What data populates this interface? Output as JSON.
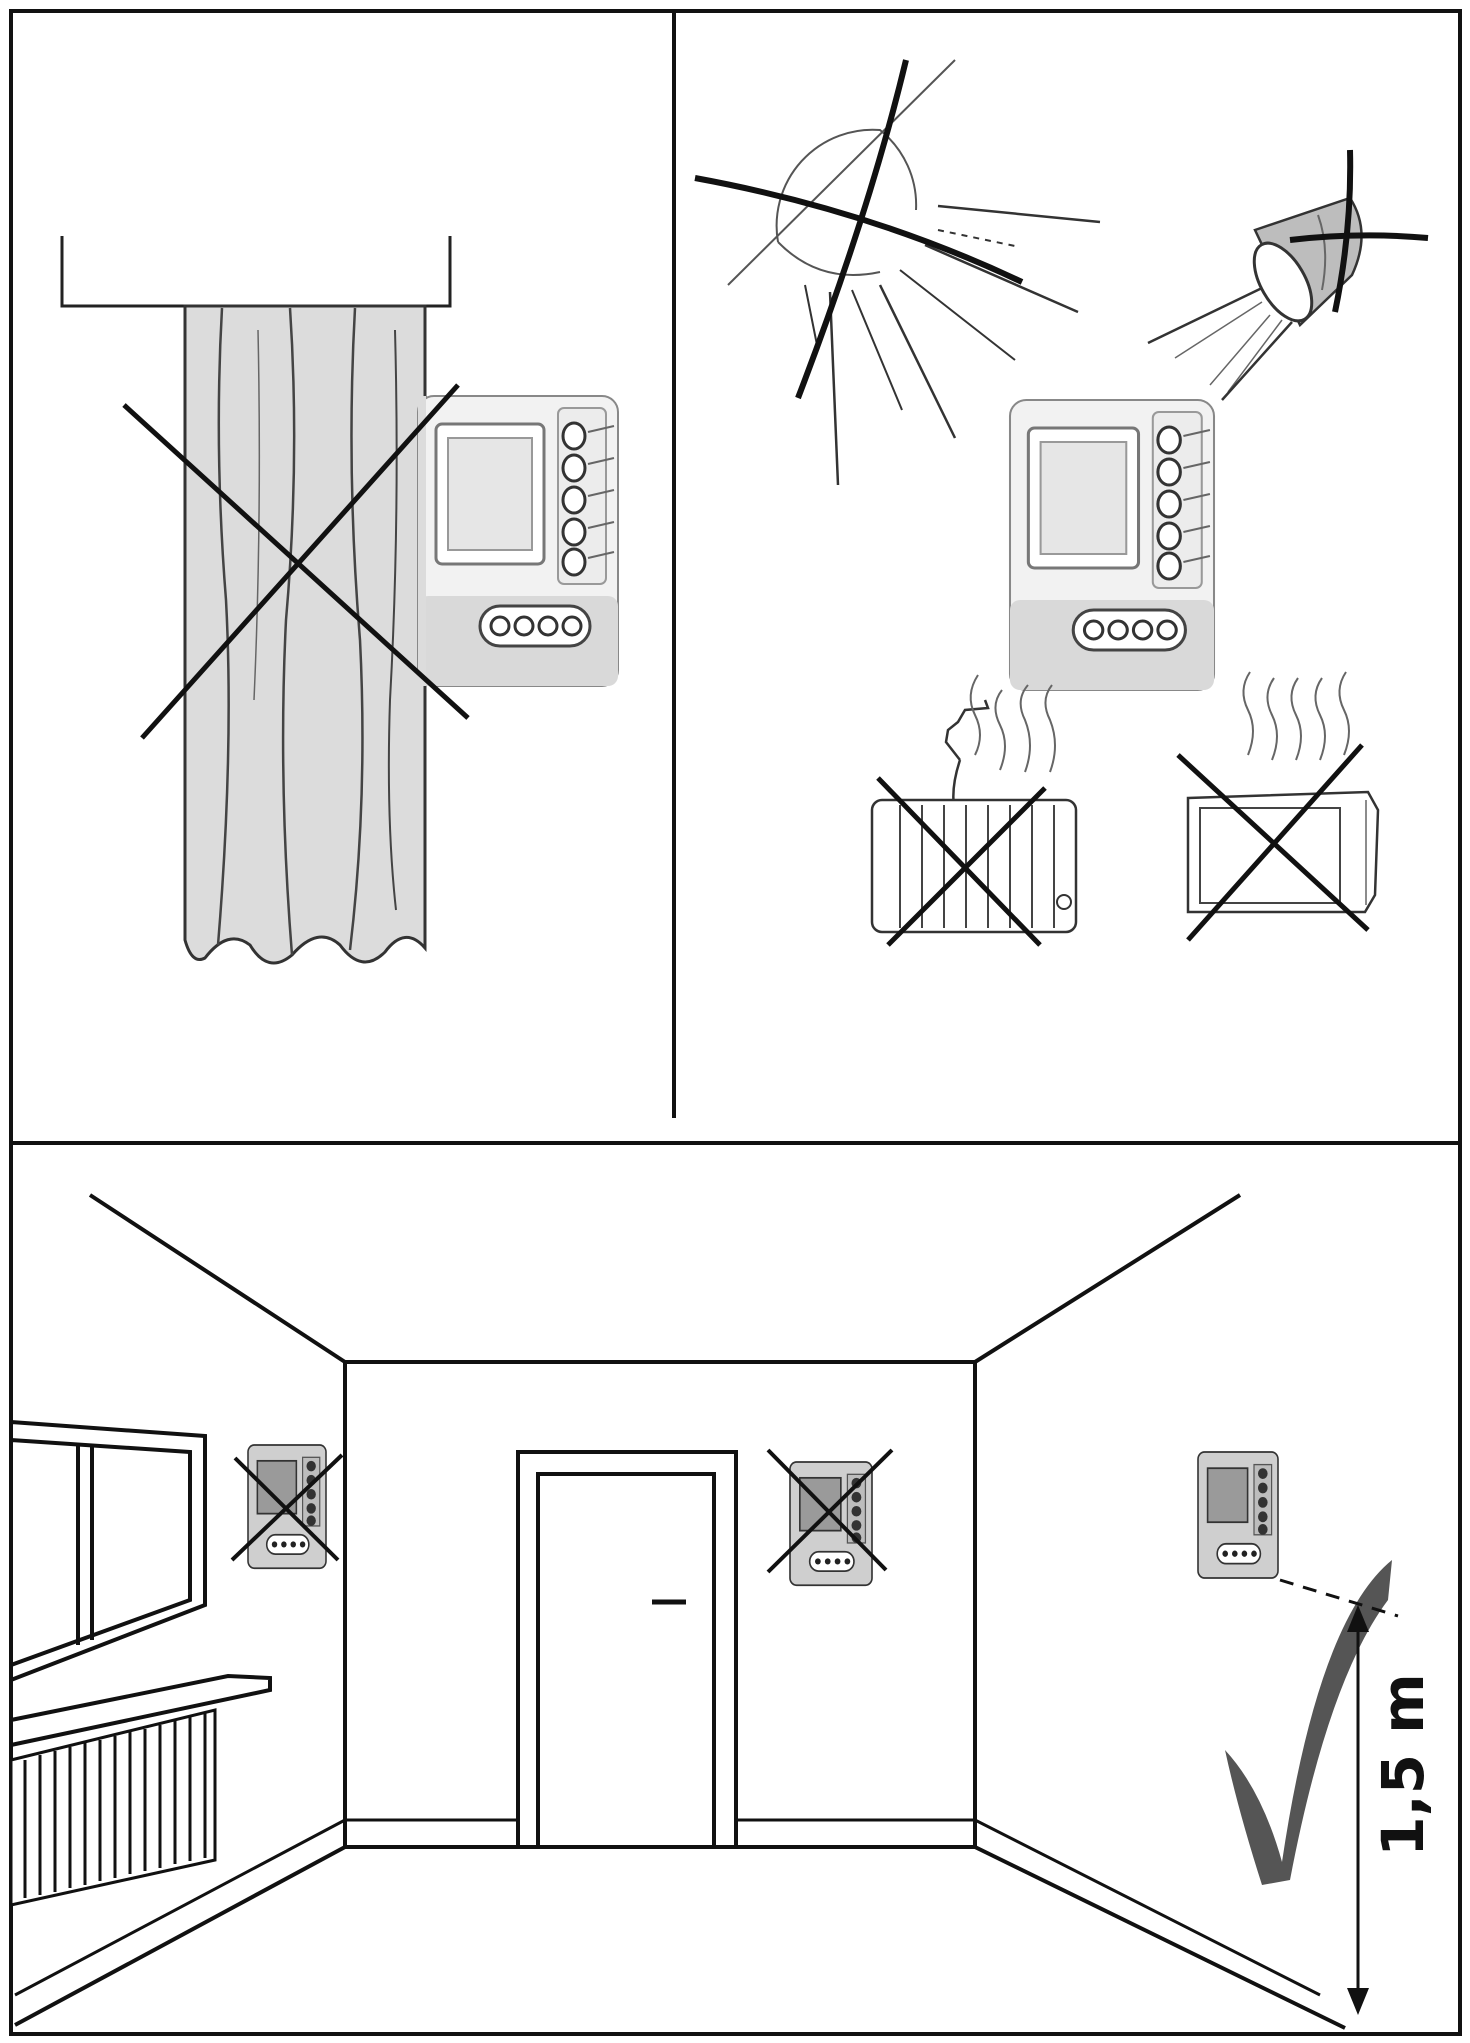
{
  "measurement": {
    "height_label": "1,5 m"
  },
  "panels": [
    {
      "id": "curtain-panel",
      "verdict": "wrong"
    },
    {
      "id": "heat-sources-panel",
      "verdict": "wrong"
    },
    {
      "id": "room-panel",
      "verdict": "mixed"
    }
  ],
  "colors": {
    "line": "#111111",
    "curtain_fill": "#dcdcdc",
    "device_fill": "#f2f2f2",
    "device_shadow": "#bdbdbd",
    "screen_fill": "#e6e6e6",
    "checkmark": "#555555"
  },
  "icons": {
    "wrong_marker": "cross-mark-icon",
    "correct_marker": "check-mark-icon"
  }
}
